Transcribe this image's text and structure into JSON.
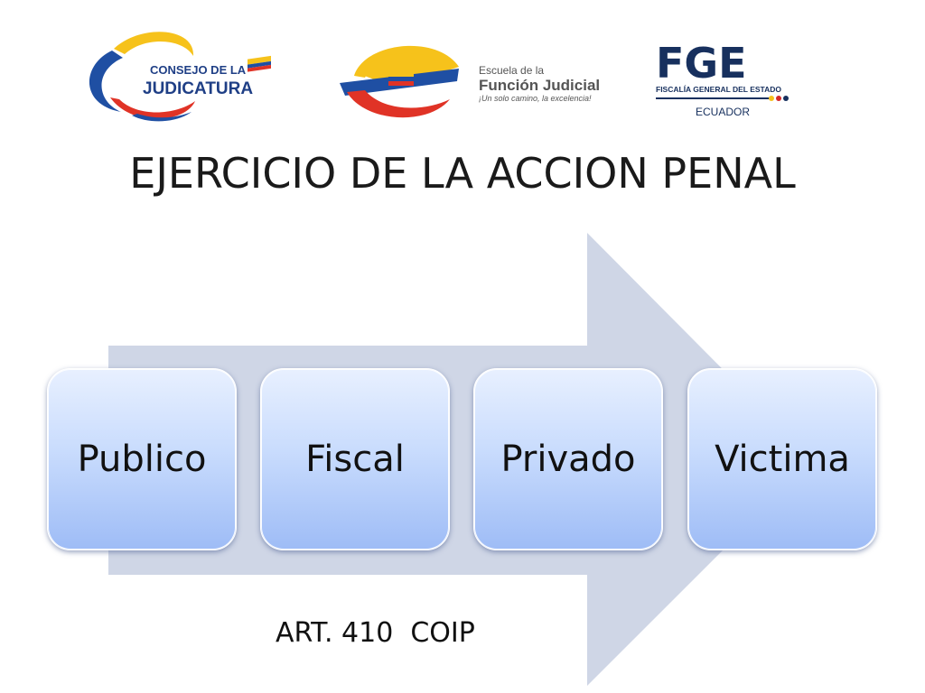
{
  "logos": {
    "consejo": {
      "line1": "CONSEJO DE LA",
      "line2": "JUDICATURA",
      "icon": "consejo-judicatura-logo"
    },
    "escuela": {
      "line1": "Escuela de la",
      "line2": "Función Judicial",
      "line3": "¡Un solo camino, la excelencia!",
      "icon": "escuela-funcion-judicial-logo"
    },
    "fge": {
      "acronym": "FGE",
      "line1": "FISCALÍA GENERAL DEL ESTADO",
      "line2": "ECUADOR",
      "icon": "fge-logo"
    }
  },
  "title": "EJERCICIO DE LA ACCION PENAL",
  "diagram": {
    "steps": [
      {
        "label": "Publico"
      },
      {
        "label": "Fiscal"
      },
      {
        "label": "Privado"
      },
      {
        "label": "Victima"
      }
    ],
    "footnote": "ART. 410  COIP"
  },
  "colors": {
    "arrow": "#cfd6e6",
    "box_top": "#e8f0ff",
    "box_bottom": "#9ebcf6",
    "fge_navy": "#17305e",
    "fge_red": "#d42a2a",
    "logo_yellow": "#f6c21b",
    "logo_blue": "#1f4fa3",
    "logo_red": "#e03326"
  }
}
